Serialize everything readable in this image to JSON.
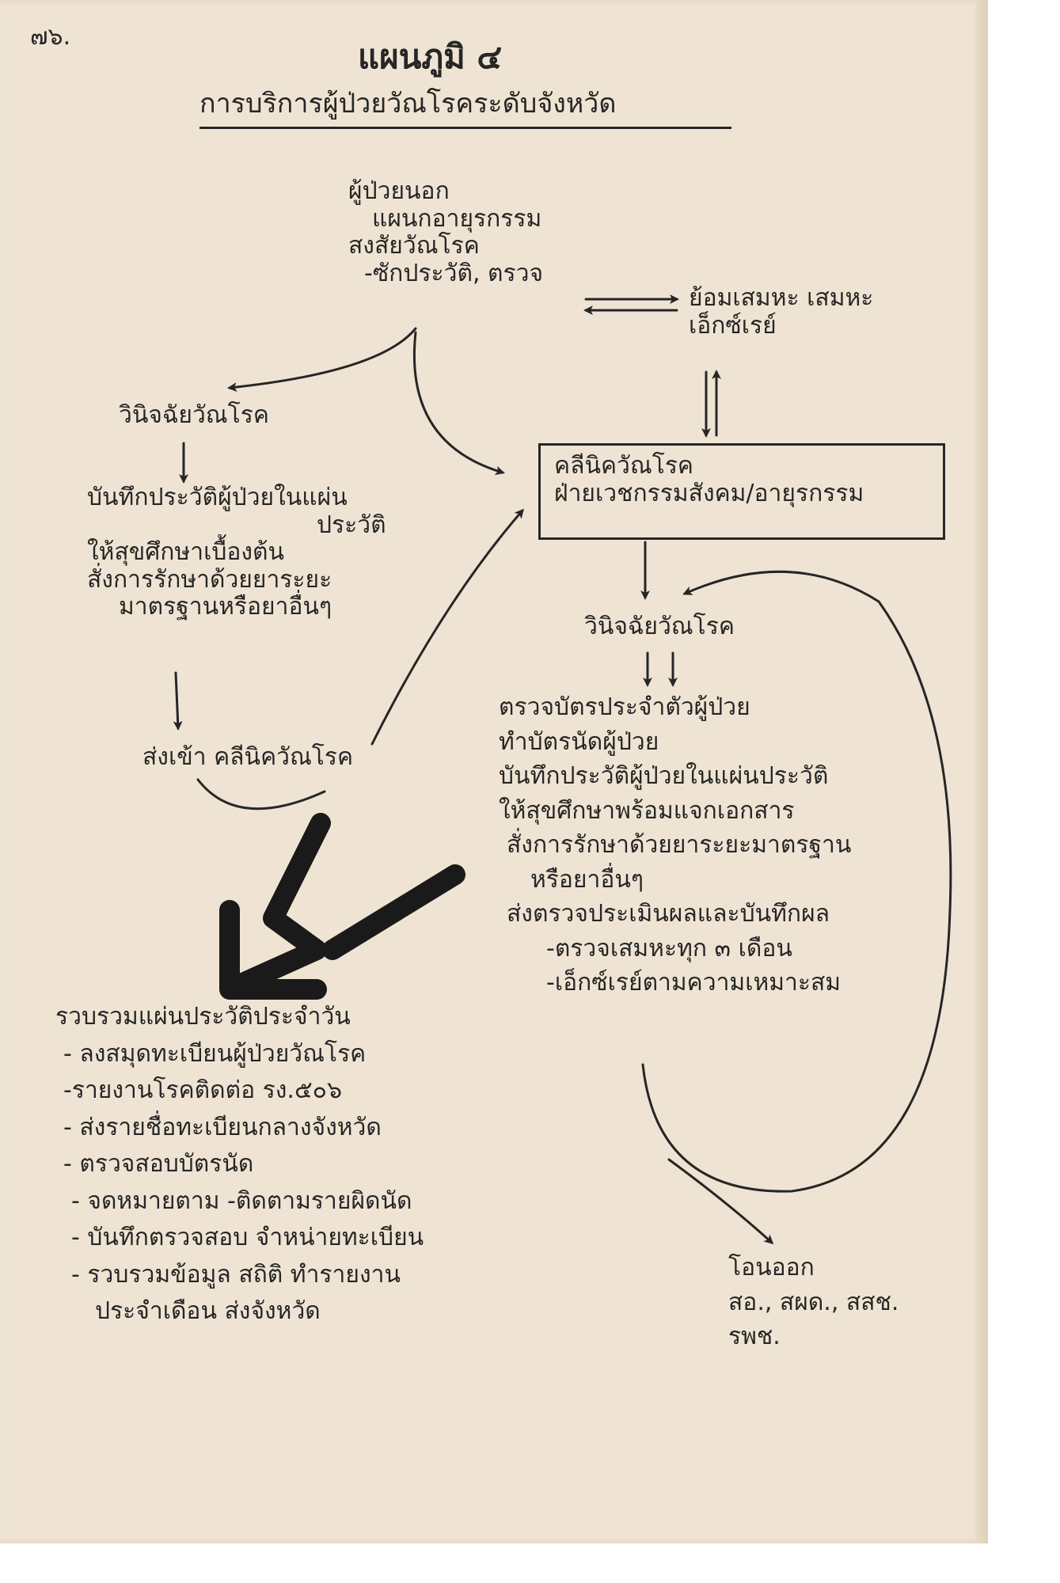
{
  "page": {
    "number": "๗๖.",
    "title": "แผนภูมิ ๔",
    "subtitle": "การบริการผู้ป่วยวัณโรคระดับจังหวัด"
  },
  "nodes": {
    "outpatient": {
      "lines": [
        "ผู้ป่วยนอก",
        "แผนกอายุรกรรม",
        "สงสัยวัณโรค",
        "-ซักประวัติ, ตรวจ"
      ]
    },
    "lab": {
      "lines": [
        "ย้อมเสมหะ เสมหะ",
        "เอ็กซ์เรย์"
      ]
    },
    "diagnosis_left": {
      "label": "วินิจฉัยวัณโรค"
    },
    "record_left": {
      "lines": [
        "บันทึกประวัติผู้ป่วยในแผ่น",
        "ประวัติ",
        "ให้สุขศึกษาเบื้องต้น",
        "สั่งการรักษาด้วยยาระยะ",
        "มาตรฐานหรือยาอื่นๆ"
      ]
    },
    "send_clinic": {
      "label": "ส่งเข้า คลีนิควัณโรค"
    },
    "clinic": {
      "lines": [
        "คลีนิควัณโรค",
        "ฝ่ายเวชกรรมสังคม/อายุรกรรม"
      ]
    },
    "diagnosis_right": {
      "label": "วินิจฉัยวัณโรค"
    },
    "clinic_tasks": {
      "lines": [
        "ตรวจบัตรประจำตัวผู้ป่วย",
        "ทำบัตรนัดผู้ป่วย",
        "บันทึกประวัติผู้ป่วยในแผ่นประวัติ",
        "ให้สุขศึกษาพร้อมแจกเอกสาร",
        "สั่งการรักษาด้วยยาระยะมาตรฐาน",
        "หรือยาอื่นๆ",
        "ส่งตรวจประเมินผลและบันทึกผล",
        "-ตรวจเสมหะทุก ๓ เดือน",
        "-เอ็กซ์เรย์ตามความเหมาะสม"
      ]
    },
    "summary": {
      "lines": [
        "รวบรวมแผ่นประวัติประจำวัน",
        "- ลงสมุดทะเบียนผู้ป่วยวัณโรค",
        "-รายงานโรคติดต่อ รง.๕๐๖",
        "- ส่งรายชื่อทะเบียนกลางจังหวัด",
        "- ตรวจสอบบัตรนัด",
        "- จดหมายตาม -ติดตามรายผิดนัด",
        "- บันทึกตรวจสอบ จำหน่ายทะเบียน",
        "- รวบรวมข้อมูล สถิติ ทำรายงาน",
        "ประจำเดือน ส่งจังหวัด"
      ]
    },
    "discharge": {
      "lines": [
        "โอนออก",
        "สอ., สผด., สสช.",
        "รพช."
      ]
    }
  }
}
